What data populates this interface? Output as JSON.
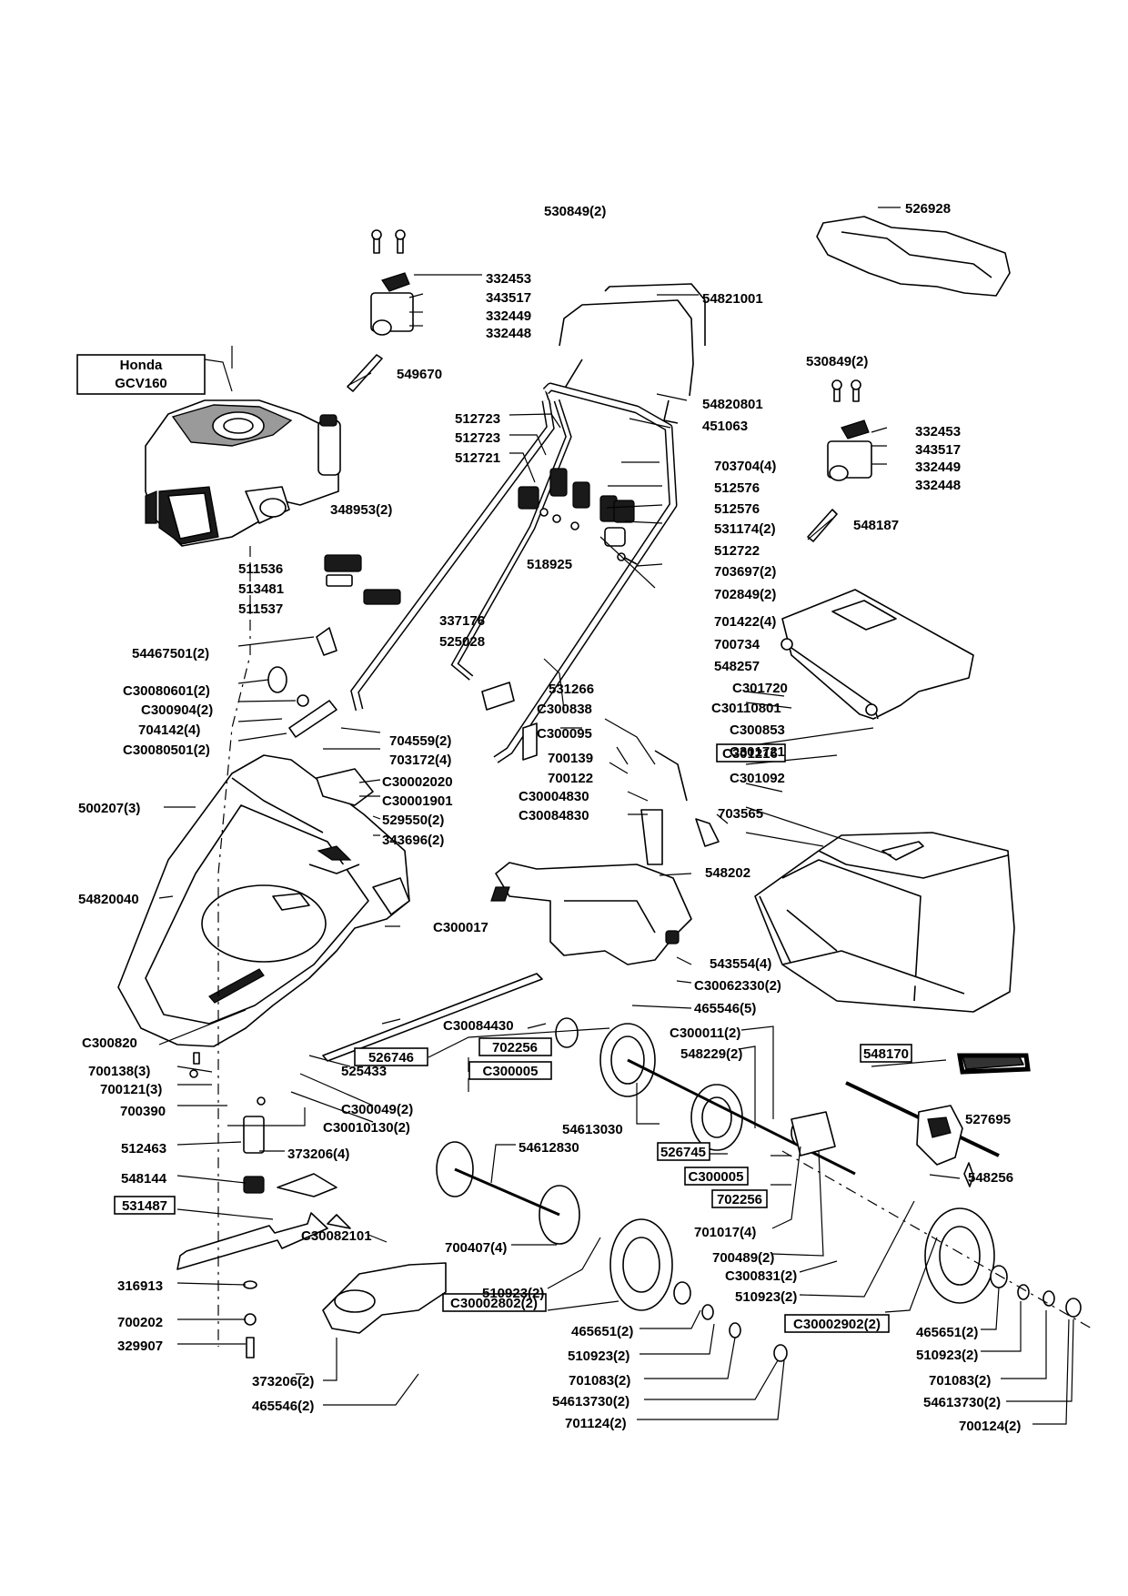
{
  "colors": {
    "ink": "#000000",
    "paper": "#ffffff",
    "shade": "#9a9a9a"
  },
  "engine": {
    "make": "Honda",
    "model": "GCV160"
  },
  "labels": [
    "530849(2)",
    "332453",
    "343517",
    "332449",
    "332448",
    "549670",
    "526928",
    "54821001",
    "54820801",
    "451063",
    "512723",
    "512723",
    "512721",
    "703704(4)",
    "512576",
    "512576",
    "531174(2)",
    "512722",
    "703697(2)",
    "702849(2)",
    "530849(2)",
    "332453",
    "343517",
    "332449",
    "332448",
    "548187",
    "348953(2)",
    "511536",
    "513481",
    "511537",
    "518925",
    "337176",
    "525028",
    "701422(4)",
    "700734",
    "548257",
    "54467501(2)",
    "C30080601(2)",
    "C300904(2)",
    "704142(4)",
    "C30080501(2)",
    "704559(2)",
    "703172(4)",
    "531266",
    "C301720",
    "C30110801",
    "C300838",
    "C300095",
    "C300853",
    "C301721",
    "C301216",
    "C301092",
    "700139",
    "700122",
    "C30002020",
    "C30001901",
    "529550(2)",
    "343696(2)",
    "500207(3)",
    "C30004830",
    "C30084830",
    "703565",
    "54820040",
    "548202",
    "C300017",
    "543554(4)",
    "C30062330(2)",
    "465546(5)",
    "C30084430",
    "C300820",
    "526746",
    "702256",
    "C300005",
    "C300011(2)",
    "548229(2)",
    "548170",
    "700138(3)",
    "700121(3)",
    "525433",
    "C300049(2)",
    "C30010130(2)",
    "700390",
    "54613030",
    "527695",
    "512463",
    "373206(4)",
    "54612830",
    "526745",
    "C300005",
    "702256",
    "548144",
    "548256",
    "531487",
    "701017(4)",
    "700489(2)",
    "C30082101",
    "700407(4)",
    "C300831(2)",
    "510923(2)",
    "510923(2)",
    "316913",
    "C30002802(2)",
    "C30002902(2)",
    "700202",
    "465651(2)",
    "465651(2)",
    "329907",
    "510923(2)",
    "510923(2)",
    "373206(2)",
    "701083(2)",
    "701083(2)",
    "54613730(2)",
    "54613730(2)",
    "465546(2)",
    "701124(2)",
    "700124(2)"
  ]
}
